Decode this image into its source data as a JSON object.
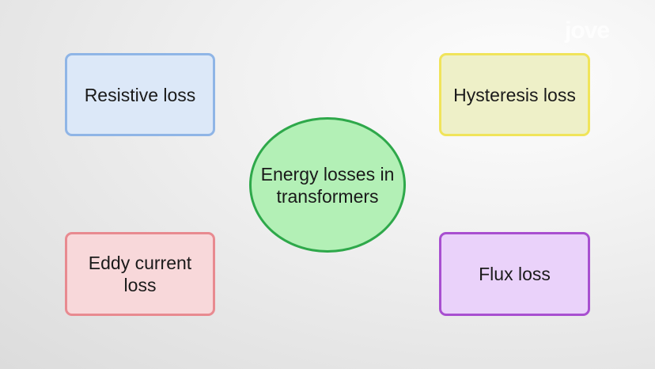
{
  "watermark": "jove",
  "diagram": {
    "center": {
      "label": "Energy losses in transformers",
      "fill": "#b3f0b6",
      "border": "#2ea84a"
    },
    "nodes": [
      {
        "id": "resistive",
        "label": "Resistive loss",
        "fill": "#dce8f8",
        "border": "#8fb5e6"
      },
      {
        "id": "hysteresis",
        "label": "Hysteresis loss",
        "fill": "#eef0c8",
        "border": "#f0e45a"
      },
      {
        "id": "eddy",
        "label": "Eddy current loss",
        "fill": "#f8d8da",
        "border": "#e88a90"
      },
      {
        "id": "flux",
        "label": "Flux loss",
        "fill": "#ead2fa",
        "border": "#a84fd0"
      }
    ]
  }
}
